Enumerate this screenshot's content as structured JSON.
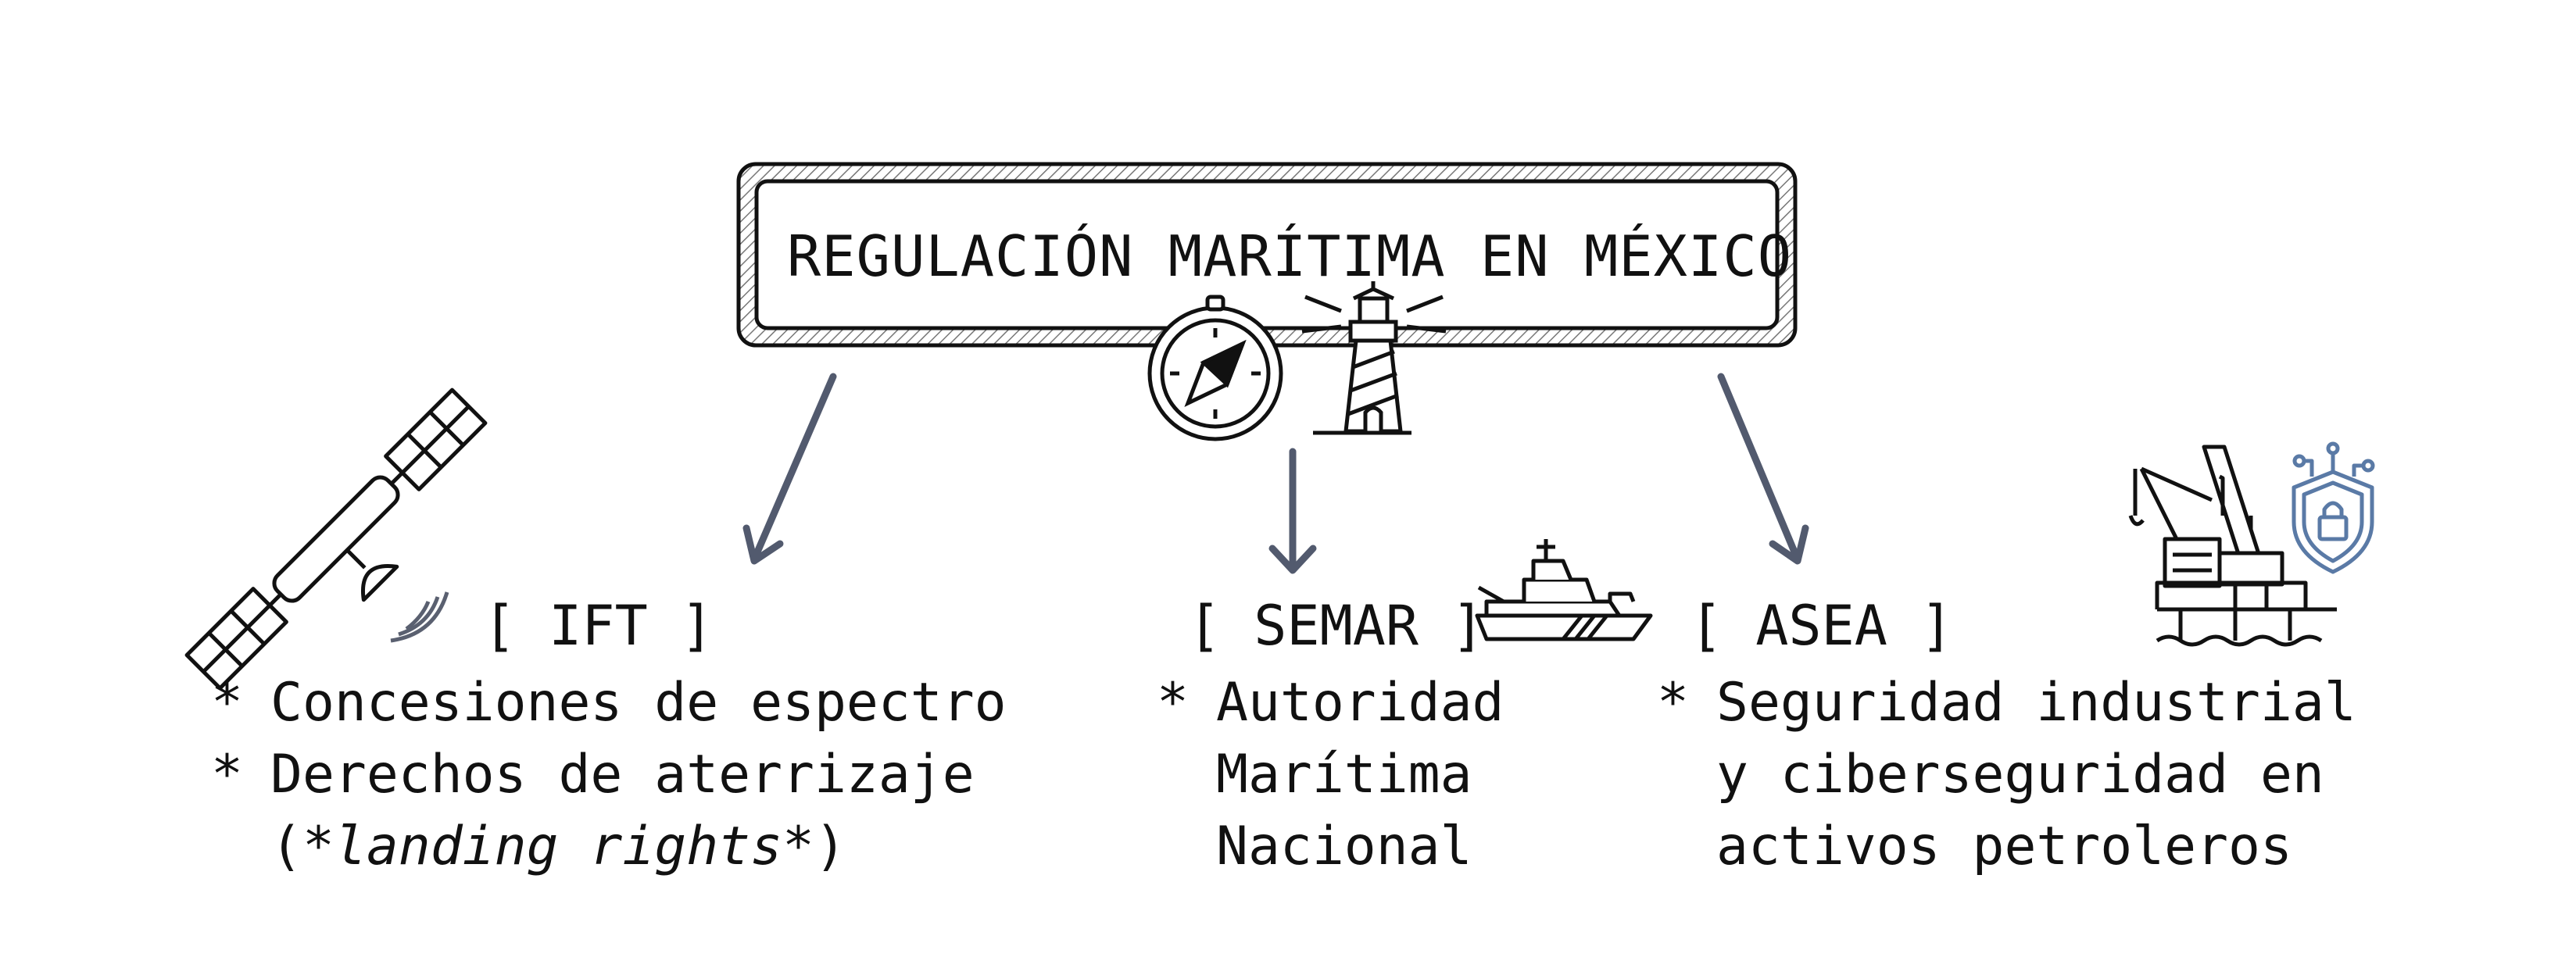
{
  "title": "REGULACIÓN MARÍTIMA EN MÉXICO",
  "bullet": "*",
  "icons": [
    "compass-icon",
    "lighthouse-icon",
    "satellite-icon",
    "warship-icon",
    "oil-platform-icon",
    "shield-lock-icon"
  ],
  "colors": {
    "arrow": "#525a6e",
    "ink": "#111111",
    "shield": "#5a7aa6"
  },
  "branches": {
    "ift": {
      "label": "[ IFT ]",
      "item1": "Concesiones de espectro",
      "item2": "Derechos de aterrizaje",
      "item2_paren_open": "(*",
      "item2_italic": "landing rights",
      "item2_paren_close": "*)"
    },
    "semar": {
      "label": "[ SEMAR ]",
      "line1": "Autoridad",
      "line2": "Marítima",
      "line3": "Nacional"
    },
    "asea": {
      "label": "[ ASEA ]",
      "line1": "Seguridad industrial",
      "line2": "y ciberseguridad en",
      "line3": "activos petroleros"
    }
  }
}
